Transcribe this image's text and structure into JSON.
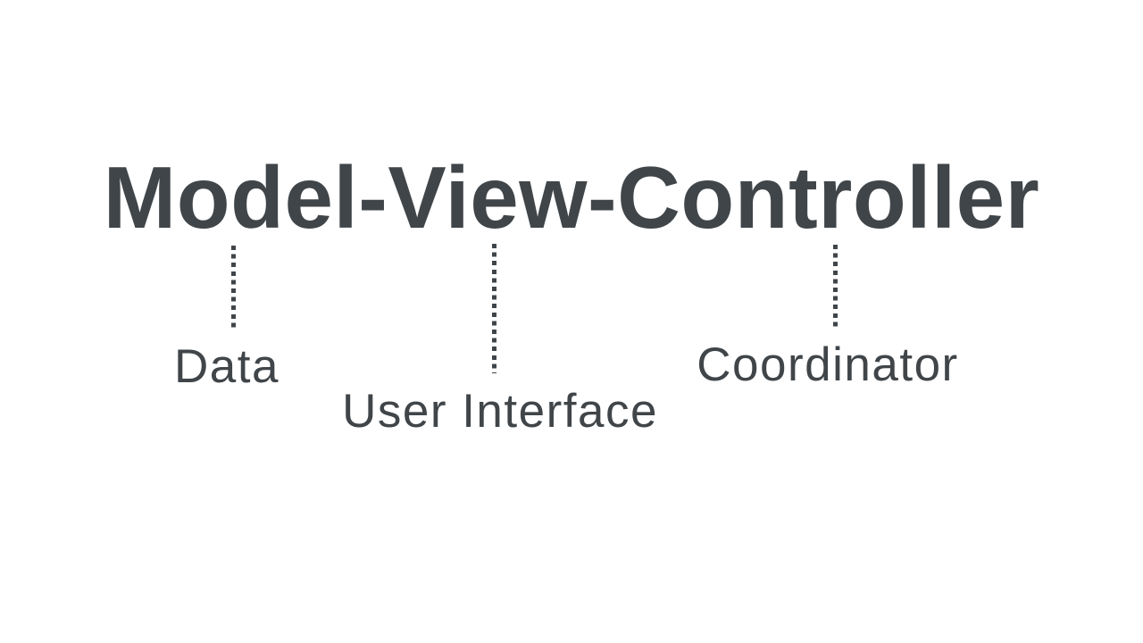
{
  "slide": {
    "title": "Model-View-Controller",
    "annotations": [
      {
        "id": "model",
        "term": "Model",
        "label": "Data"
      },
      {
        "id": "view",
        "term": "View",
        "label": "User Interface"
      },
      {
        "id": "controller",
        "term": "Controller",
        "label": "Coordinator"
      }
    ]
  },
  "colors": {
    "background": "#FFFFFF",
    "text": "#404549"
  }
}
